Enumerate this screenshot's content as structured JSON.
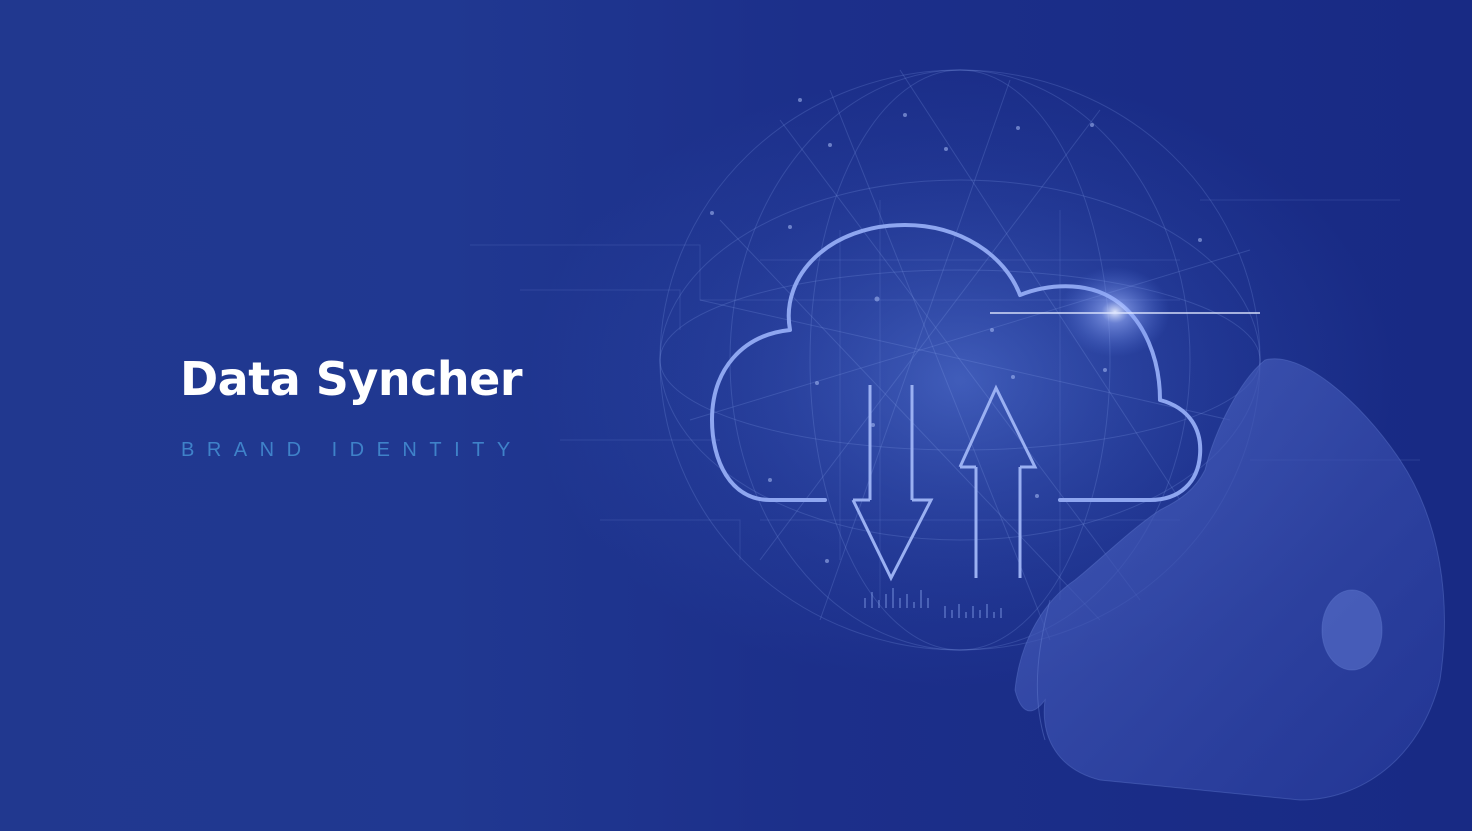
{
  "brand": {
    "title": "Data Syncher",
    "subtitle": "BRAND IDENTITY"
  },
  "colors": {
    "background": "#1b2f8c",
    "title": "#ffffff",
    "subtitle": "#3f82c9",
    "line_art": "#7f9ae8"
  },
  "illustration": {
    "icons": [
      "cloud-icon",
      "download-arrow-icon",
      "upload-arrow-icon",
      "network-globe",
      "hand"
    ]
  }
}
